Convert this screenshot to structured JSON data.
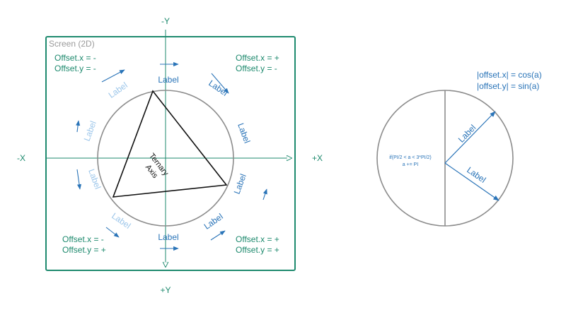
{
  "colors": {
    "teal": "#1e8a6e",
    "blue": "#2a74b8",
    "light_blue": "#9cc6ea",
    "grey": "#9a9a9a",
    "circle": "#8c8c8c",
    "black": "#111111"
  },
  "screen": {
    "title": "Screen (2D)"
  },
  "axes": {
    "neg_y": "-Y",
    "pos_y": "+Y",
    "neg_x": "-X",
    "pos_x": "+X"
  },
  "quadrants": {
    "top_left": {
      "line1": "Offset.x = -",
      "line2": "Offset.y = -"
    },
    "top_right": {
      "line1": "Offset.x = +",
      "line2": "Offset.y = -"
    },
    "bottom_left": {
      "line1": "Offset.x = -",
      "line2": "Offset.y = +"
    },
    "bottom_right": {
      "line1": "Offset.x = +",
      "line2": "Offset.y = +"
    }
  },
  "labels": {
    "text": "Label",
    "triangle_axis": [
      "Ternary",
      "Axis"
    ]
  },
  "formula": {
    "cos": "|offset.x| = cos(a)",
    "sin": "|offset.y| = sin(a)",
    "condition": "if(PI/2 < a < 3*PI/2)",
    "adjust": "a += PI"
  }
}
